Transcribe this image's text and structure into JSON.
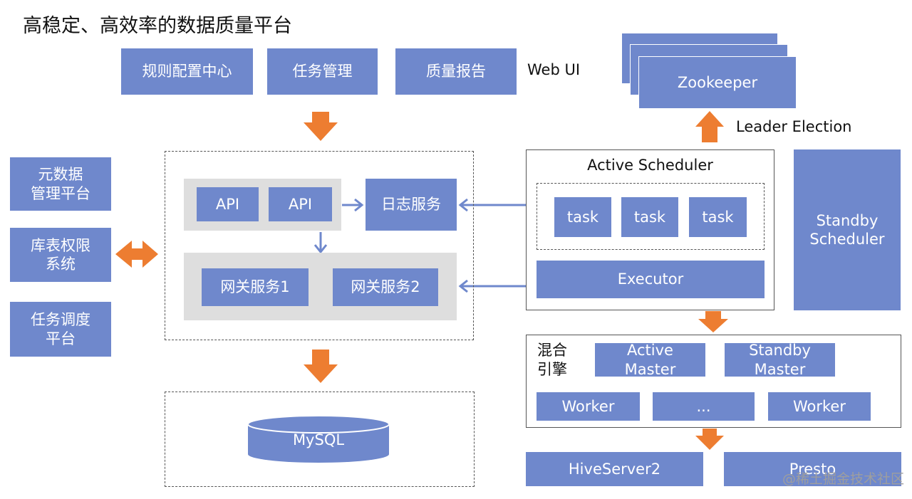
{
  "title": "高稳定、高效率的数据质量平台",
  "web_ui": {
    "label": "Web UI",
    "items": [
      "规则配置中心",
      "任务管理",
      "质量报告"
    ]
  },
  "zookeeper": {
    "label": "Zookeeper",
    "election_label": "Leader Election"
  },
  "left_systems": [
    "元数据\n管理平台",
    "库表权限\n系统",
    "任务调度\n平台"
  ],
  "service_cluster": {
    "api_labels": [
      "API",
      "API"
    ],
    "log_service": "日志服务",
    "gateways": [
      "网关服务1",
      "网关服务2"
    ]
  },
  "storage": {
    "mysql": "MySQL"
  },
  "active_scheduler": {
    "title": "Active Scheduler",
    "tasks": [
      "task",
      "task",
      "task"
    ],
    "executor": "Executor"
  },
  "standby_scheduler": "Standby\nScheduler",
  "hybrid_engine": {
    "label": "混合\n引擎",
    "active_master": "Active\nMaster",
    "standby_master": "Standby\nMaster",
    "workers": [
      "Worker",
      "...",
      "Worker"
    ]
  },
  "backends": [
    "HiveServer2",
    "Presto"
  ],
  "watermark": "@稀土掘金技术社区",
  "colors": {
    "block": "#6f88cc",
    "arrow_orange": "#ed7d31",
    "arrow_blue": "#6f88cc",
    "panel_gray": "#dedede"
  }
}
